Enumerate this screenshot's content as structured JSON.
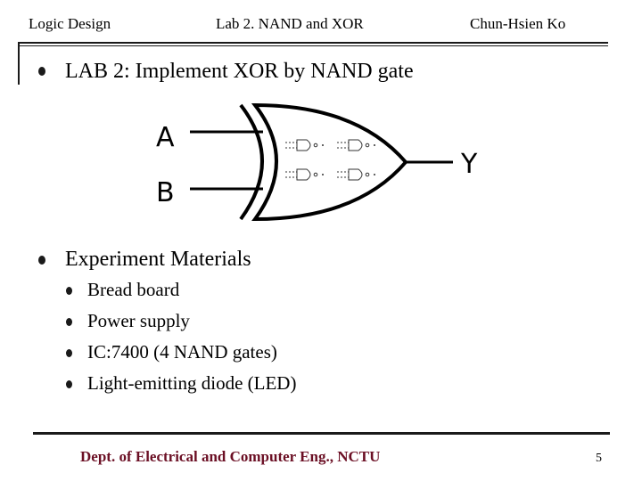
{
  "header": {
    "left": "Logic Design",
    "center": "Lab 2. NAND and XOR",
    "right": "Chun-Hsien Ko"
  },
  "bullets": [
    {
      "text": "LAB 2: Implement XOR by NAND gate"
    },
    {
      "text": "Experiment Materials",
      "items": [
        "Bread board",
        "Power supply",
        "IC:7400 (4 NAND gates)",
        "Light-emitting diode (LED)"
      ]
    }
  ],
  "diagram": {
    "input_a": "A",
    "input_b": "B",
    "output": "Y"
  },
  "footer": {
    "text": "Dept. of Electrical and Computer Eng., NCTU",
    "page_number": "5"
  },
  "colors": {
    "footer_text": "#6b0f24",
    "rules": "#1a1a1a"
  }
}
